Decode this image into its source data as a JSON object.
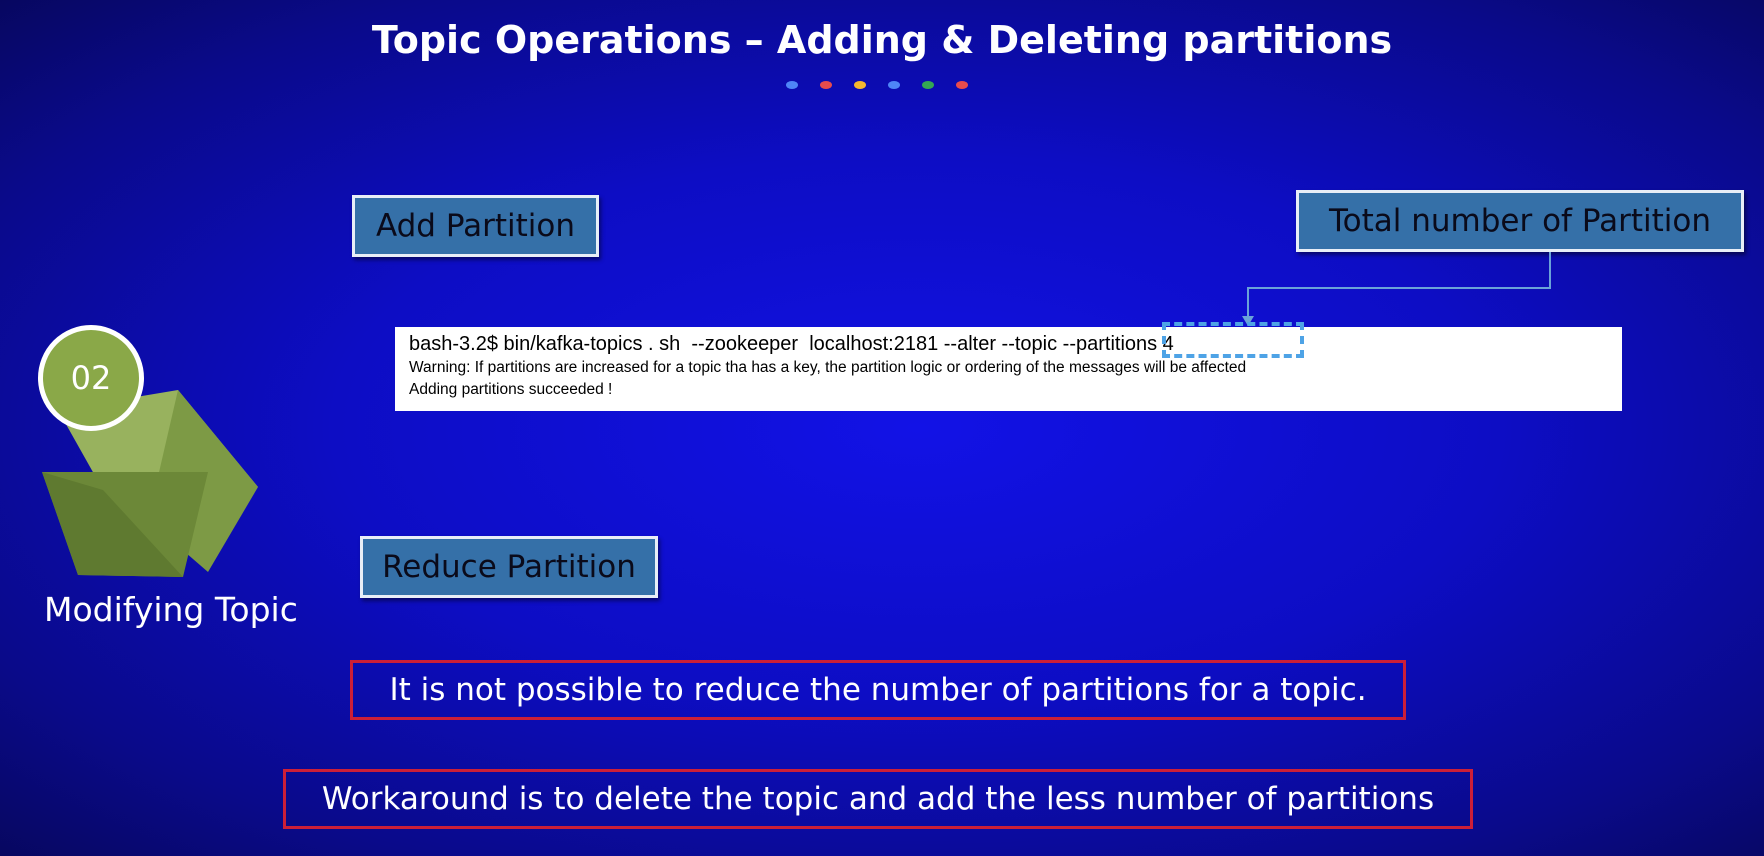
{
  "slide": {
    "title": "Topic Operations – Adding & Deleting partitions",
    "dot_colors": [
      "#4f86f7",
      "#e84c4c",
      "#f5b82e",
      "#4f86f7",
      "#34a853",
      "#e84c4c"
    ]
  },
  "sidebar": {
    "badge_number": "02",
    "label": "Modifying Topic",
    "icon": "cube-icon"
  },
  "add_section": {
    "label": "Add Partition",
    "callout_label": "Total number of Partition"
  },
  "terminal": {
    "command_prefix": "bash-3.2$ bin/kafka-topics . sh  --zookeeper  localhost:2181 --alter --topic ",
    "command_highlight": "--partitions 4",
    "warning": "Warning: If partitions are increased for a topic tha has a key, the partition logic or ordering of the messages will be affected",
    "result": "Adding partitions succeeded !"
  },
  "reduce_section": {
    "label": "Reduce Partition",
    "note": "It is not possible to reduce the number of partitions for a topic.",
    "workaround": "Workaround is to delete the topic and add the less number of partitions"
  },
  "colors": {
    "label_box": "#3570a8",
    "note_border": "#cc1f38",
    "highlight": "#4ea3e6",
    "cube": "#8aa848"
  }
}
